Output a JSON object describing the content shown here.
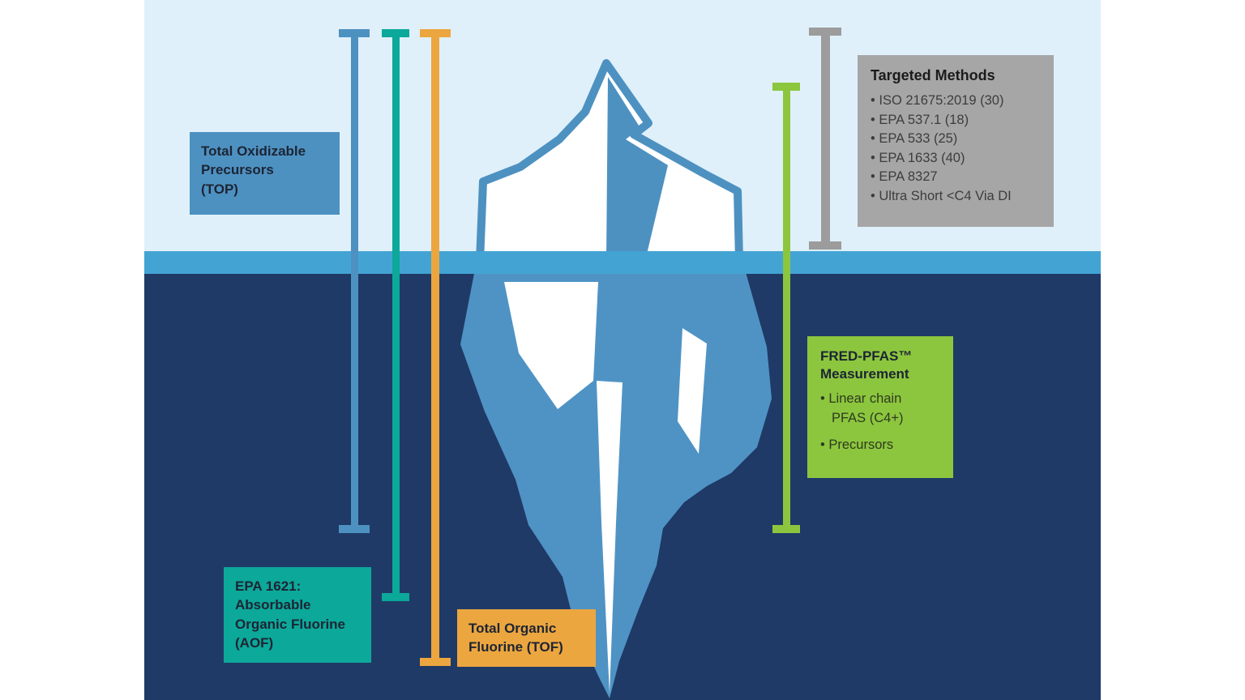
{
  "scene": {
    "colors": {
      "sky": "#dff0fa",
      "waterline": "#43a4d4",
      "sea": "#1f3a66",
      "iceberg_above": "#ffffff",
      "iceberg_outline": "#4d91c1",
      "iceberg_below": "#4f93c5"
    }
  },
  "bars": {
    "top": {
      "label": "Total Oxidizable Precursors (TOP)",
      "color": "#4d91c1"
    },
    "aof": {
      "label": "EPA 1621: Absorbable Organic Fluorine (AOF)",
      "color": "#0ca89a"
    },
    "tof": {
      "label": "Total Organic Fluorine (TOF)",
      "color": "#eca63f"
    },
    "targeted": {
      "label": "Targeted Methods",
      "color": "#9c9c9c"
    },
    "fred": {
      "label": "FRED-PFAS Measurement",
      "color": "#8cc63e"
    }
  },
  "labels": {
    "top": {
      "text": "Total Oxidizable\nPrecursors\n(TOP)",
      "bg": "#4d91c1"
    },
    "aof": {
      "text": "EPA 1621:\nAbsorbable\nOrganic Fluorine\n(AOF)",
      "bg": "#0ca89a"
    },
    "tof": {
      "text": "Total Organic\nFluorine (TOF)",
      "bg": "#eca63f"
    },
    "targeted": {
      "title": "Targeted Methods",
      "items": [
        "ISO 21675:2019 (30)",
        "EPA 537.1 (18)",
        "EPA 533 (25)",
        "EPA 1633 (40)",
        "EPA 8327",
        "Ultra Short <C4 Via DI"
      ],
      "bg": "#a6a6a6"
    },
    "fred": {
      "title": "FRED-PFAS™\nMeasurement",
      "items": [
        "Linear chain\nPFAS (C4+)",
        "Precursors"
      ],
      "bg": "#8cc63e"
    }
  }
}
